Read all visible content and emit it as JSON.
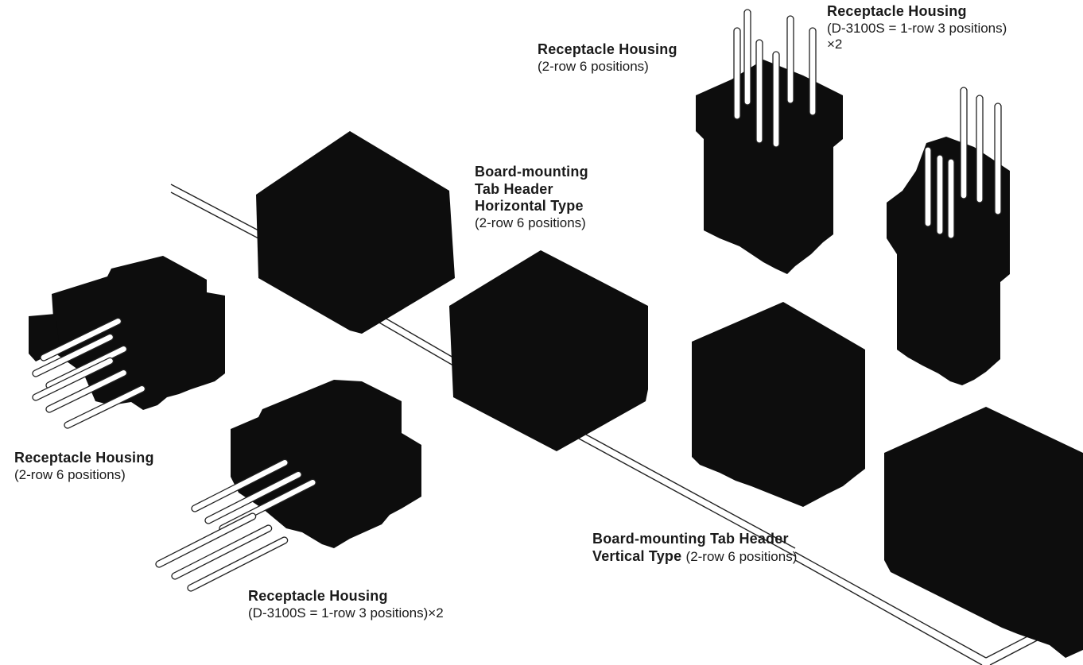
{
  "colors": {
    "background": "#ffffff",
    "housing": "#0d0d0d",
    "pin_fill": "#ffffff",
    "pin_stroke": "#222222"
  },
  "labels": {
    "top_middle": {
      "name": "Receptacle Housing",
      "spec": "(2-row 6 positions)"
    },
    "top_right": {
      "name": "Receptacle Housing",
      "spec": "(D-3100S = 1-row 3 positions)",
      "spec2": "×2"
    },
    "center": {
      "line1": "Board-mounting",
      "line2": "Tab Header",
      "line3": "Horizontal Type",
      "spec": "(2-row 6 positions)"
    },
    "left": {
      "name": "Receptacle Housing",
      "spec": "(2-row 6 positions)"
    },
    "bottom_right": {
      "line1": "Board-mounting Tab Header",
      "line2": "Vertical Type",
      "spec": "(2-row 6 positions)"
    },
    "bottom_center": {
      "name": "Receptacle Housing",
      "spec": "(D-3100S = 1-row 3 positions)×2"
    }
  }
}
